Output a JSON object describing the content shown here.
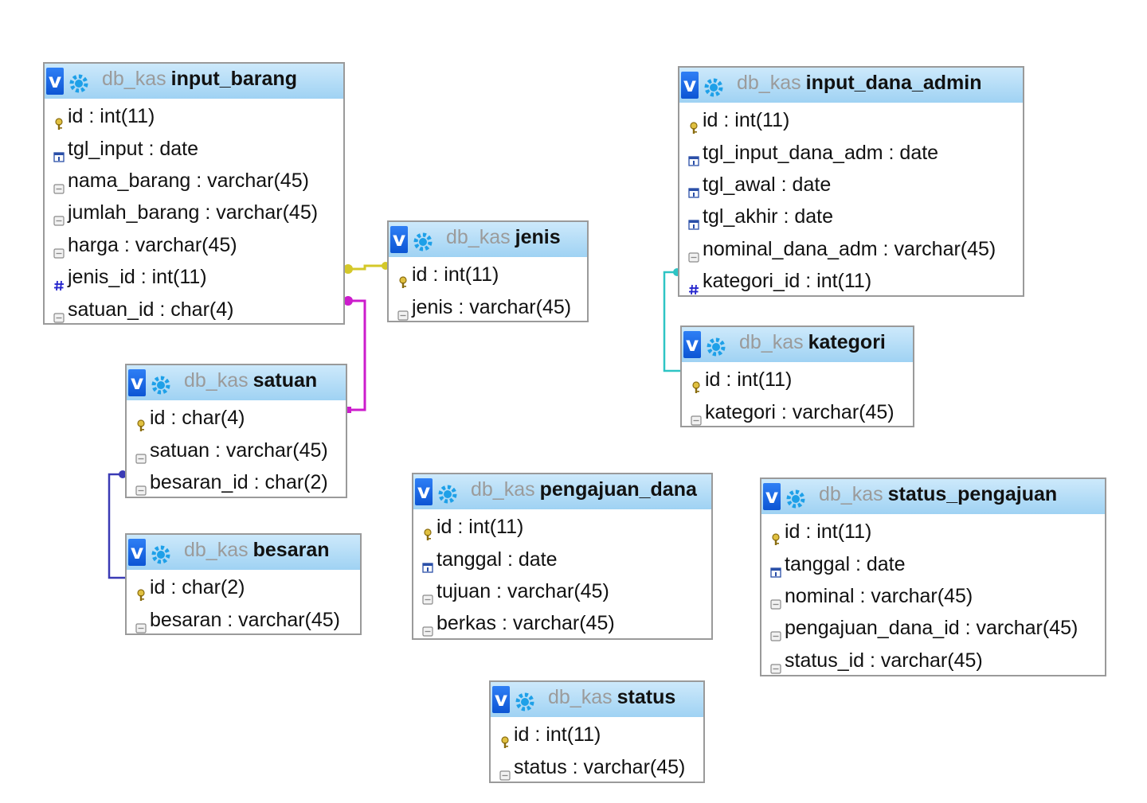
{
  "database": "db_kas",
  "colors": {
    "header_top": "#cde9fb",
    "header_bottom": "#9fd2f3",
    "border": "#9a9a9a",
    "rel_jenis": "#d4c829",
    "rel_satuan": "#cc1ccc",
    "rel_besaran": "#3b3bb5",
    "rel_kategori": "#2ec4c4"
  },
  "tables": {
    "input_barang": {
      "db": "db_kas",
      "name": "input_barang",
      "columns": [
        {
          "text": "id : int(11)",
          "icon": "key-icon"
        },
        {
          "text": "tgl_input : date",
          "icon": "date-icon"
        },
        {
          "text": "nama_barang : varchar(45)",
          "icon": "text-icon"
        },
        {
          "text": "jumlah_barang : varchar(45)",
          "icon": "text-icon"
        },
        {
          "text": "harga : varchar(45)",
          "icon": "text-icon"
        },
        {
          "text": "jenis_id : int(11)",
          "icon": "number-icon"
        },
        {
          "text": "satuan_id : char(4)",
          "icon": "text-icon"
        }
      ]
    },
    "jenis": {
      "db": "db_kas",
      "name": "jenis",
      "columns": [
        {
          "text": "id : int(11)",
          "icon": "key-icon"
        },
        {
          "text": "jenis : varchar(45)",
          "icon": "text-icon"
        }
      ]
    },
    "satuan": {
      "db": "db_kas",
      "name": "satuan",
      "columns": [
        {
          "text": "id : char(4)",
          "icon": "key-icon"
        },
        {
          "text": "satuan : varchar(45)",
          "icon": "text-icon"
        },
        {
          "text": "besaran_id : char(2)",
          "icon": "text-icon"
        }
      ]
    },
    "besaran": {
      "db": "db_kas",
      "name": "besaran",
      "columns": [
        {
          "text": "id : char(2)",
          "icon": "key-icon"
        },
        {
          "text": "besaran : varchar(45)",
          "icon": "text-icon"
        }
      ]
    },
    "input_dana_admin": {
      "db": "db_kas",
      "name": "input_dana_admin",
      "columns": [
        {
          "text": "id : int(11)",
          "icon": "key-icon"
        },
        {
          "text": "tgl_input_dana_adm : date",
          "icon": "date-icon"
        },
        {
          "text": "tgl_awal : date",
          "icon": "date-icon"
        },
        {
          "text": "tgl_akhir : date",
          "icon": "date-icon"
        },
        {
          "text": "nominal_dana_adm : varchar(45)",
          "icon": "text-icon"
        },
        {
          "text": "kategori_id : int(11)",
          "icon": "number-icon"
        }
      ]
    },
    "kategori": {
      "db": "db_kas",
      "name": "kategori",
      "columns": [
        {
          "text": "id : int(11)",
          "icon": "key-icon"
        },
        {
          "text": "kategori : varchar(45)",
          "icon": "text-icon"
        }
      ]
    },
    "pengajuan_dana": {
      "db": "db_kas",
      "name": "pengajuan_dana",
      "columns": [
        {
          "text": "id : int(11)",
          "icon": "key-icon"
        },
        {
          "text": "tanggal : date",
          "icon": "date-icon"
        },
        {
          "text": "tujuan : varchar(45)",
          "icon": "text-icon"
        },
        {
          "text": "berkas : varchar(45)",
          "icon": "text-icon"
        }
      ]
    },
    "status_pengajuan": {
      "db": "db_kas",
      "name": "status_pengajuan",
      "columns": [
        {
          "text": "id : int(11)",
          "icon": "key-icon"
        },
        {
          "text": "tanggal : date",
          "icon": "date-icon"
        },
        {
          "text": "nominal : varchar(45)",
          "icon": "text-icon"
        },
        {
          "text": "pengajuan_dana_id : varchar(45)",
          "icon": "text-icon"
        },
        {
          "text": "status_id : varchar(45)",
          "icon": "text-icon"
        }
      ]
    },
    "status": {
      "db": "db_kas",
      "name": "status",
      "columns": [
        {
          "text": "id : int(11)",
          "icon": "key-icon"
        },
        {
          "text": "status : varchar(45)",
          "icon": "text-icon"
        }
      ]
    }
  },
  "relations": [
    {
      "from": "input_barang.jenis_id",
      "to": "jenis.id",
      "color": "#d4c829"
    },
    {
      "from": "input_barang.satuan_id",
      "to": "satuan.id",
      "color": "#cc1ccc"
    },
    {
      "from": "satuan.besaran_id",
      "to": "besaran.id",
      "color": "#3b3bb5"
    },
    {
      "from": "input_dana_admin.kategori_id",
      "to": "kategori.id",
      "color": "#2ec4c4"
    }
  ]
}
